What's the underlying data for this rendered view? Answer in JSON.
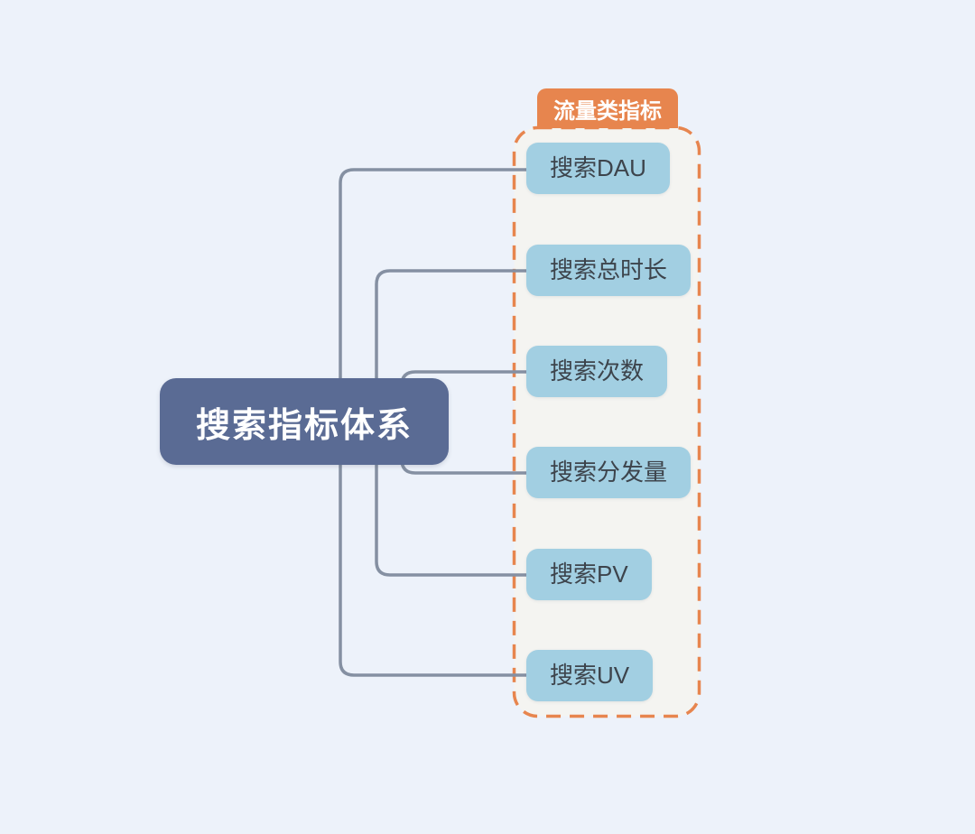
{
  "diagram": {
    "type": "mindmap",
    "root": {
      "label": "搜索指标体系"
    },
    "group": {
      "label": "流量类指标"
    },
    "children": [
      {
        "label": "搜索DAU"
      },
      {
        "label": "搜索总时长"
      },
      {
        "label": "搜索次数"
      },
      {
        "label": "搜索分发量"
      },
      {
        "label": "搜索PV"
      },
      {
        "label": "搜索UV"
      }
    ]
  },
  "colors": {
    "page_bg": "#edf2fa",
    "root_bg": "#5a6b94",
    "root_text": "#ffffff",
    "group_bg": "#f4f4f1",
    "group_accent": "#e7854e",
    "group_label_text": "#ffffff",
    "child_bg": "#a2cfe2",
    "child_text": "#3d444c",
    "connector": "#8590a2"
  }
}
